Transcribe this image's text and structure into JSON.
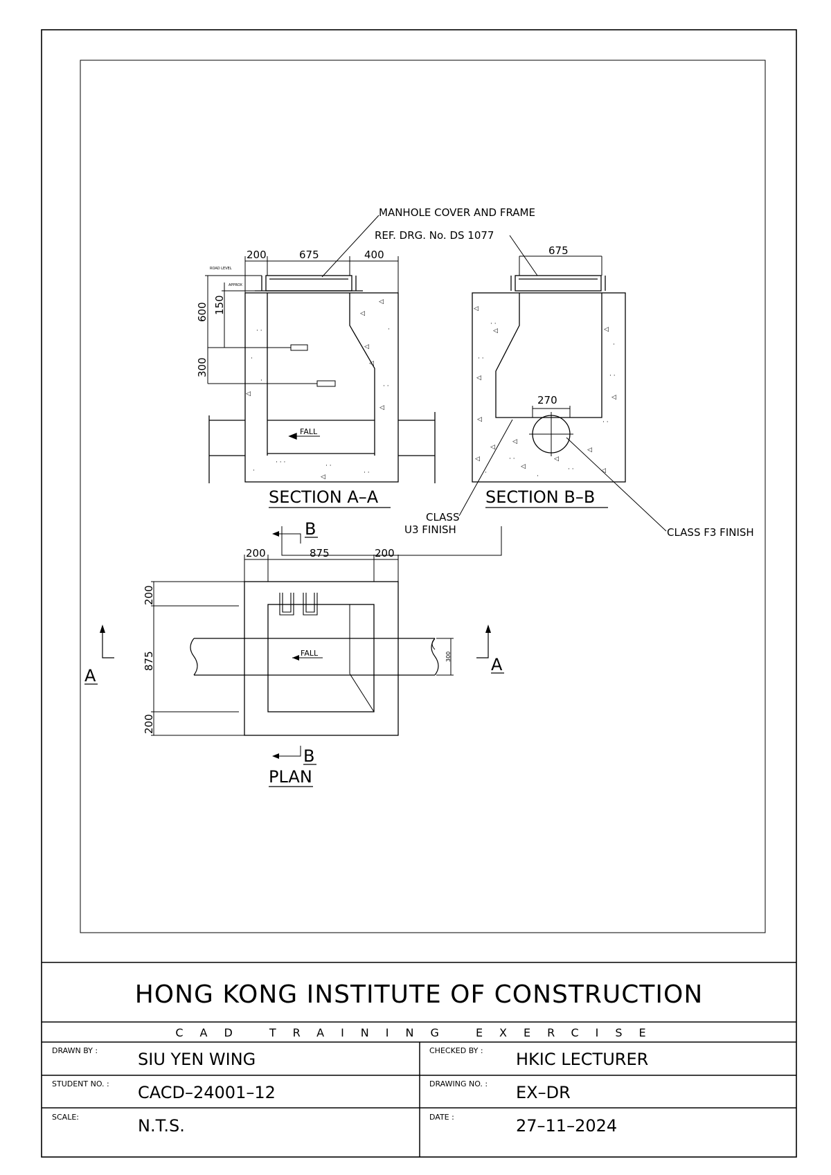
{
  "drawing": {
    "leader_labels": {
      "cover_line1": "MANHOLE COVER AND FRAME",
      "cover_line2": "REF. DRG. No. DS 1077",
      "class_u3_line1": "CLASS",
      "class_u3_line2": "U3 FINISH",
      "class_f3": "CLASS F3 FINISH",
      "fall": "FALL",
      "road_level": "ROAD LEVEL",
      "approx": "APPROX"
    },
    "section_aa": {
      "title": "SECTION A–A",
      "dim_top": [
        "200",
        "675",
        "400"
      ],
      "dim_left": [
        "600",
        "150",
        "300"
      ]
    },
    "section_bb": {
      "title": "SECTION B–B",
      "dim_top": "675",
      "dim_pipe": "270"
    },
    "plan": {
      "title": "PLAN",
      "dim_top": [
        "200",
        "875",
        "200"
      ],
      "dim_left": [
        "200",
        "875",
        "200"
      ],
      "dim_pipe": "300",
      "cut_b": "B",
      "cut_a": "A"
    }
  },
  "title_block": {
    "institute": "HONG KONG INSTITUTE OF CONSTRUCTION",
    "subtitle": "CAD TRAINING EXERCISE",
    "drawn_by_label": "DRAWN BY :",
    "drawn_by": "SIU YEN WING",
    "checked_by_label": "CHECKED BY :",
    "checked_by": "HKIC LECTURER",
    "student_no_label": "STUDENT NO. :",
    "student_no": "CACD–24001–12",
    "drawing_no_label": "DRAWING NO. :",
    "drawing_no": "EX–DR",
    "scale_label": "SCALE:",
    "scale": "N.T.S.",
    "date_label": "DATE :",
    "date": "27–11–2024"
  }
}
